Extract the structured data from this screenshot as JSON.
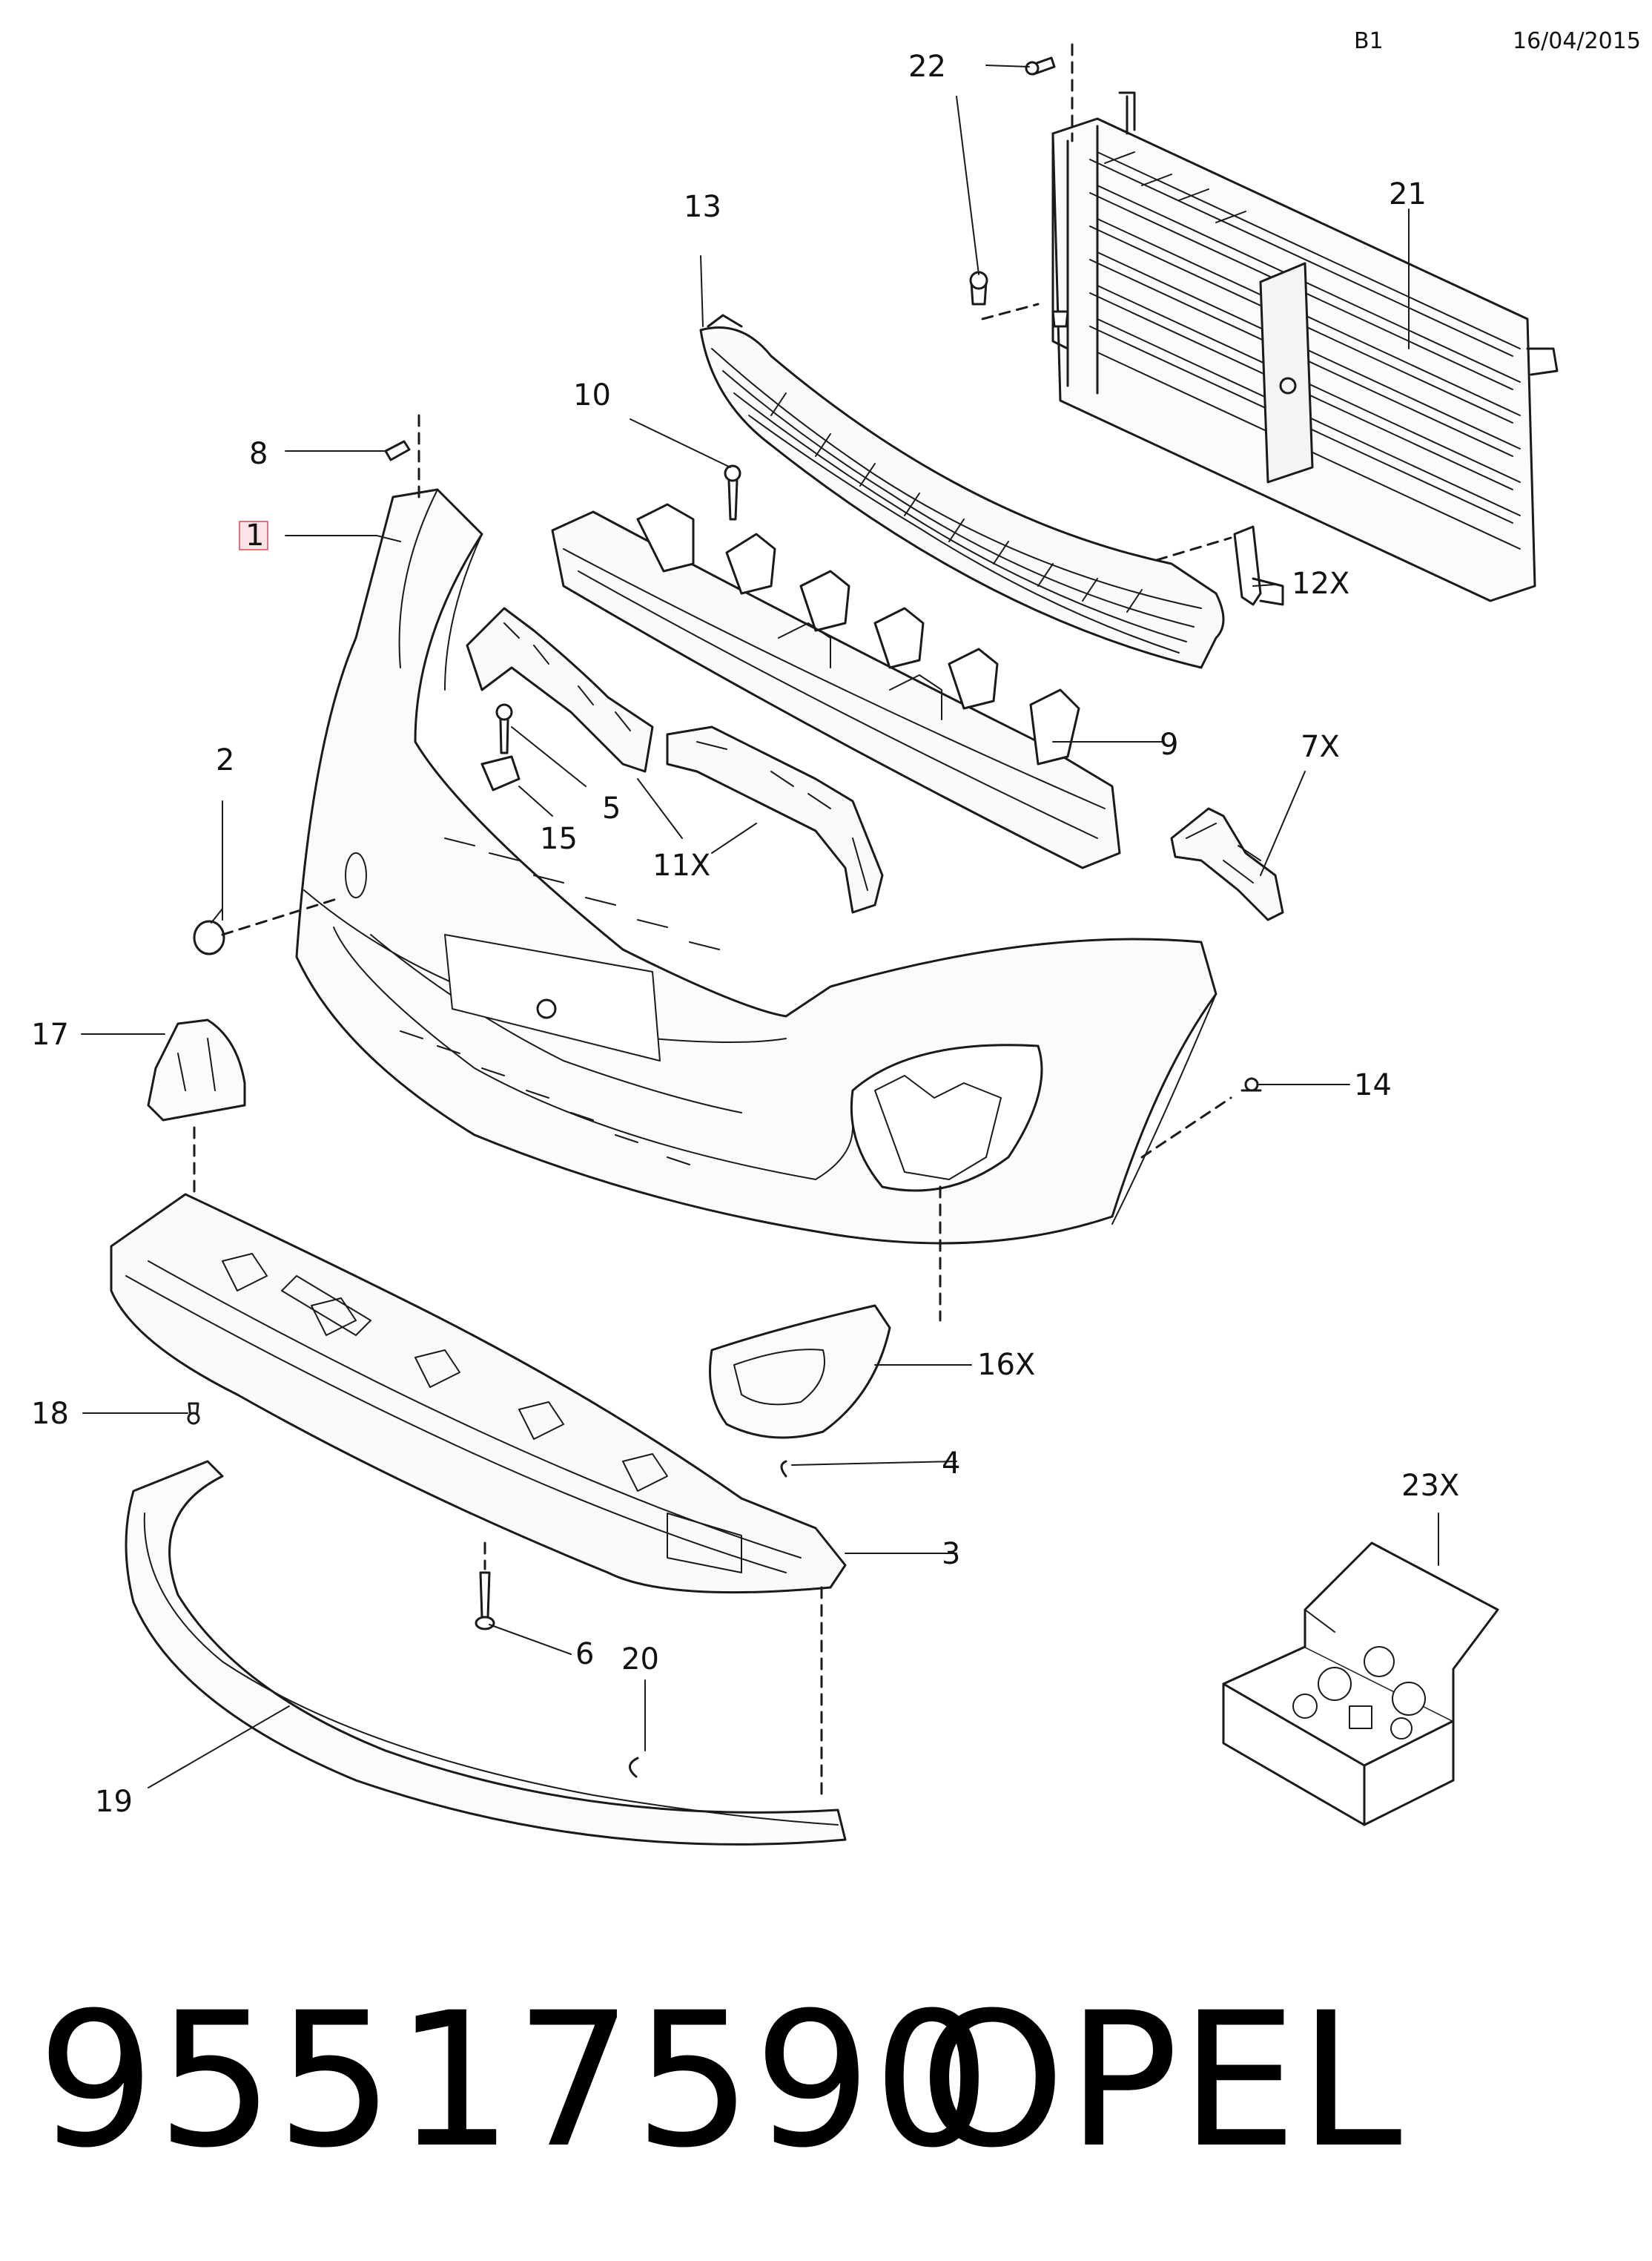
{
  "header": {
    "sheet_code": "B1",
    "date": "16/04/2015"
  },
  "callouts": {
    "c1": "1",
    "c2": "2",
    "c3": "3",
    "c4": "4",
    "c5": "5",
    "c6": "6",
    "c7x": "7X",
    "c8": "8",
    "c9": "9",
    "c10": "10",
    "c11x": "11X",
    "c12x": "12X",
    "c13": "13",
    "c14": "14",
    "c15": "15",
    "c16x": "16X",
    "c17": "17",
    "c18": "18",
    "c19": "19",
    "c20": "20",
    "c21": "21",
    "c22": "22",
    "c23x": "23X"
  },
  "highlighted_callout": "1",
  "colors": {
    "highlight_fill": "#fde3e6",
    "highlight_border": "#e0707a",
    "line": "#1a1a1a"
  },
  "footer": {
    "part_number": "95517590",
    "brand": "OPEL"
  }
}
